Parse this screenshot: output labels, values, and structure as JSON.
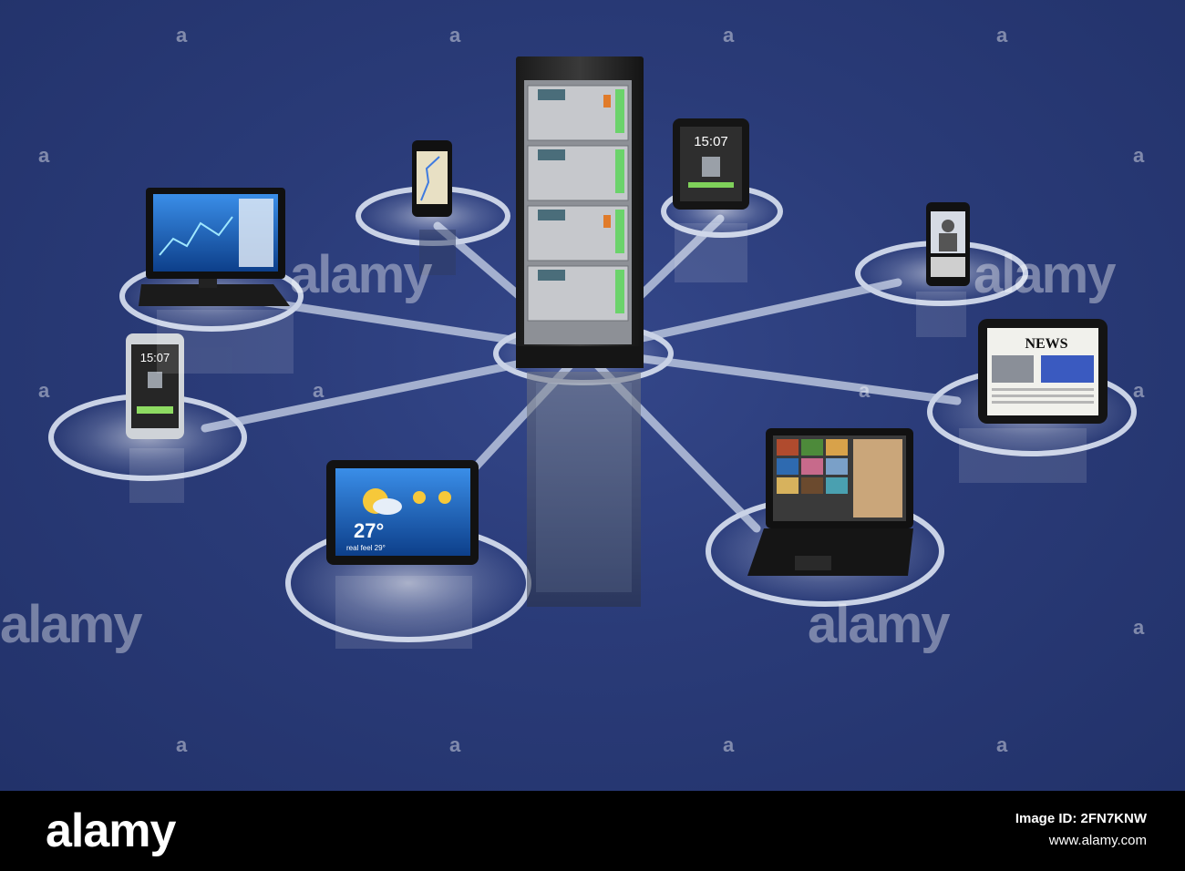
{
  "watermark": {
    "small": "a",
    "big": "alamy"
  },
  "screens": {
    "phone_left_time": "15:07",
    "tablet_top_time": "15:07",
    "weather_temp": "27°",
    "weather_feel": "real feel 29°",
    "news_title": "NEWS"
  },
  "footer": {
    "brand": "alamy",
    "image_id": "Image ID: 2FN7KNW",
    "url": "www.alamy.com"
  },
  "colors": {
    "background": "#2a3b78",
    "footer": "#000000",
    "ring": "#c9d2e6"
  }
}
